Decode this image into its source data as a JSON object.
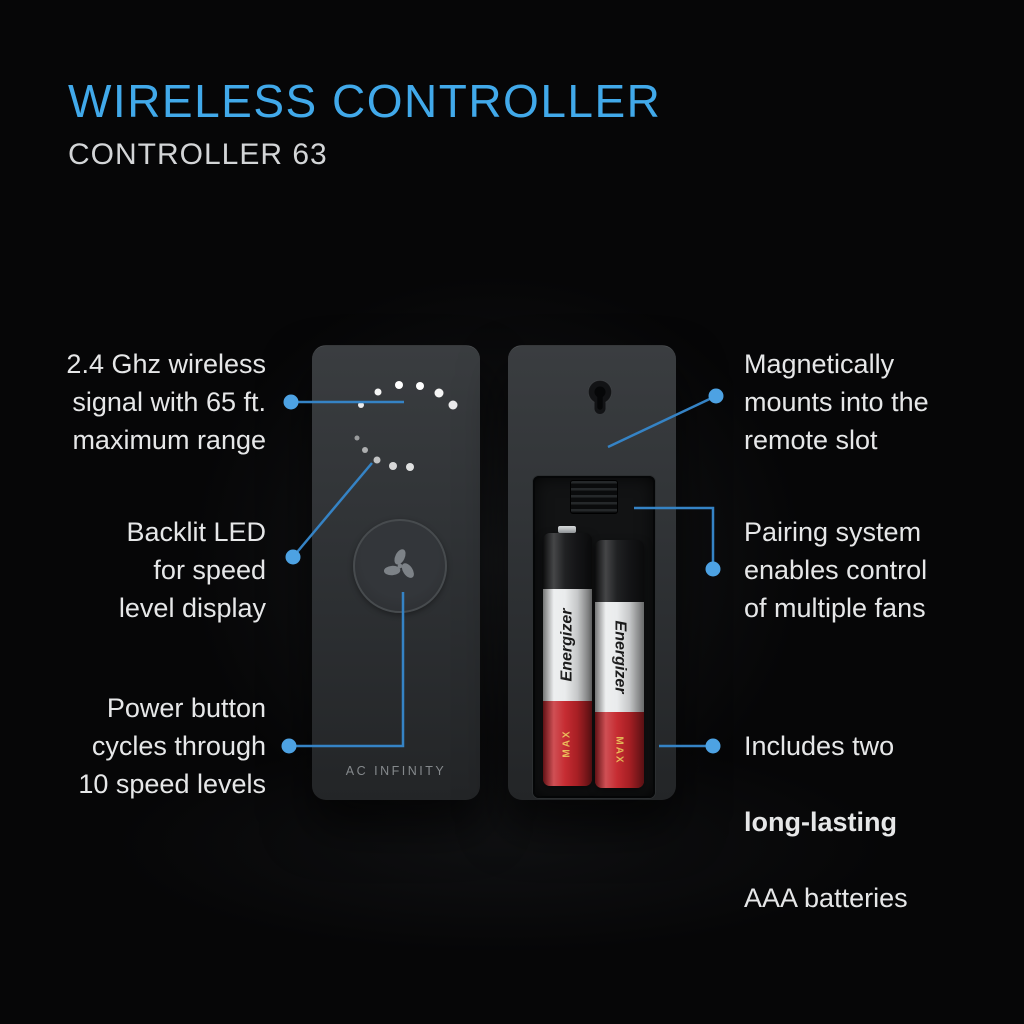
{
  "header": {
    "title": "WIRELESS CONTROLLER",
    "subtitle": "CONTROLLER 63"
  },
  "callouts": {
    "wireless": "2.4 Ghz wireless\nsignal with 65 ft.\nmaximum range",
    "backlit": "Backlit LED\nfor speed\nlevel display",
    "power": "Power button\ncycles through\n10 speed levels",
    "magnetic": "Magnetically\nmounts into the\nremote slot",
    "pairing": "Pairing system\nenables control\nof multiple fans",
    "batteries": {
      "line1": "Includes two",
      "line2": "long-lasting",
      "line3": "AAA batteries"
    }
  },
  "device": {
    "brand_label": "AC INFINITY",
    "battery_brand": "Energizer",
    "battery_max": "MAX"
  },
  "icons": {
    "power": "fan-icon",
    "mount": "keyhole-icon",
    "display": "led-dots"
  },
  "colors": {
    "title_accent": "#41a9ea",
    "connector_line": "#3583c5",
    "connector_dot": "#4da2e3",
    "battery_red": "#c4242a",
    "background": "#060607"
  }
}
